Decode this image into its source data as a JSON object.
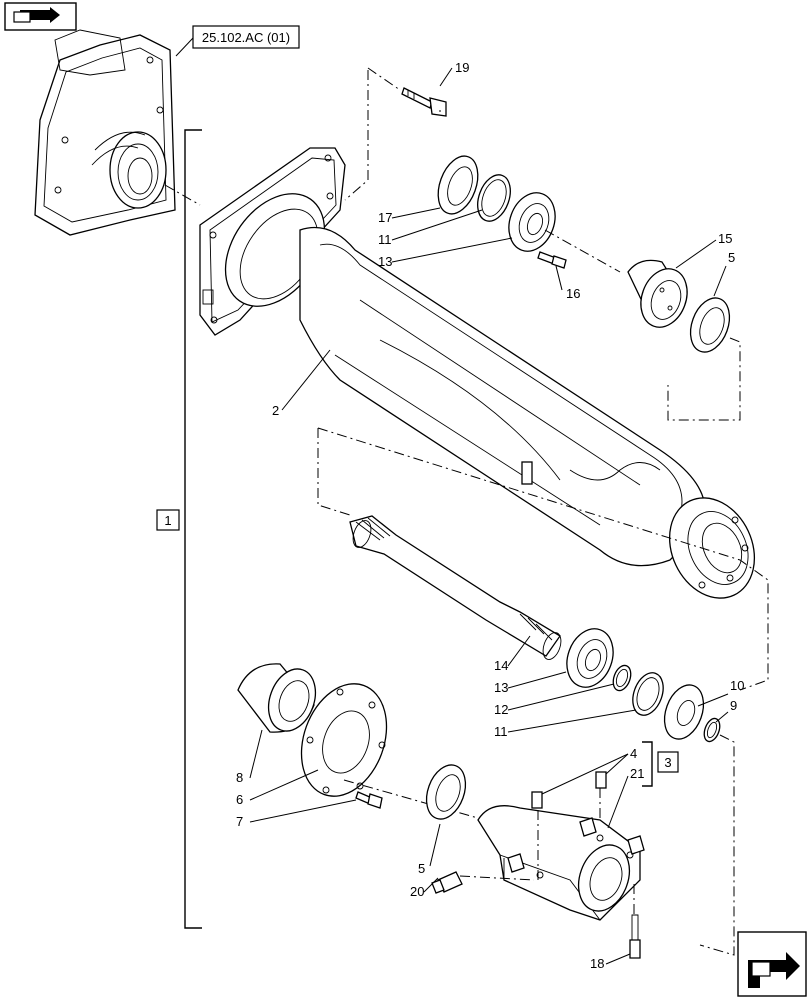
{
  "reference_box": {
    "label": "25.102.AC (01)"
  },
  "group_boxes": {
    "main": "1",
    "kit": "3"
  },
  "callouts": {
    "c19": "19",
    "c17": "17",
    "c11a": "11",
    "c13a": "13",
    "c16": "16",
    "c15": "15",
    "c5a": "5",
    "c2": "2",
    "c14": "14",
    "c13b": "13",
    "c12": "12",
    "c11b": "11",
    "c10": "10",
    "c9": "9",
    "c4": "4",
    "c21": "21",
    "c8": "8",
    "c6": "6",
    "c7": "7",
    "c5b": "5",
    "c20": "20",
    "c18": "18"
  },
  "icons": {
    "top_left": "book-arrow-icon",
    "bottom_right": "next-page-arrow-icon"
  }
}
